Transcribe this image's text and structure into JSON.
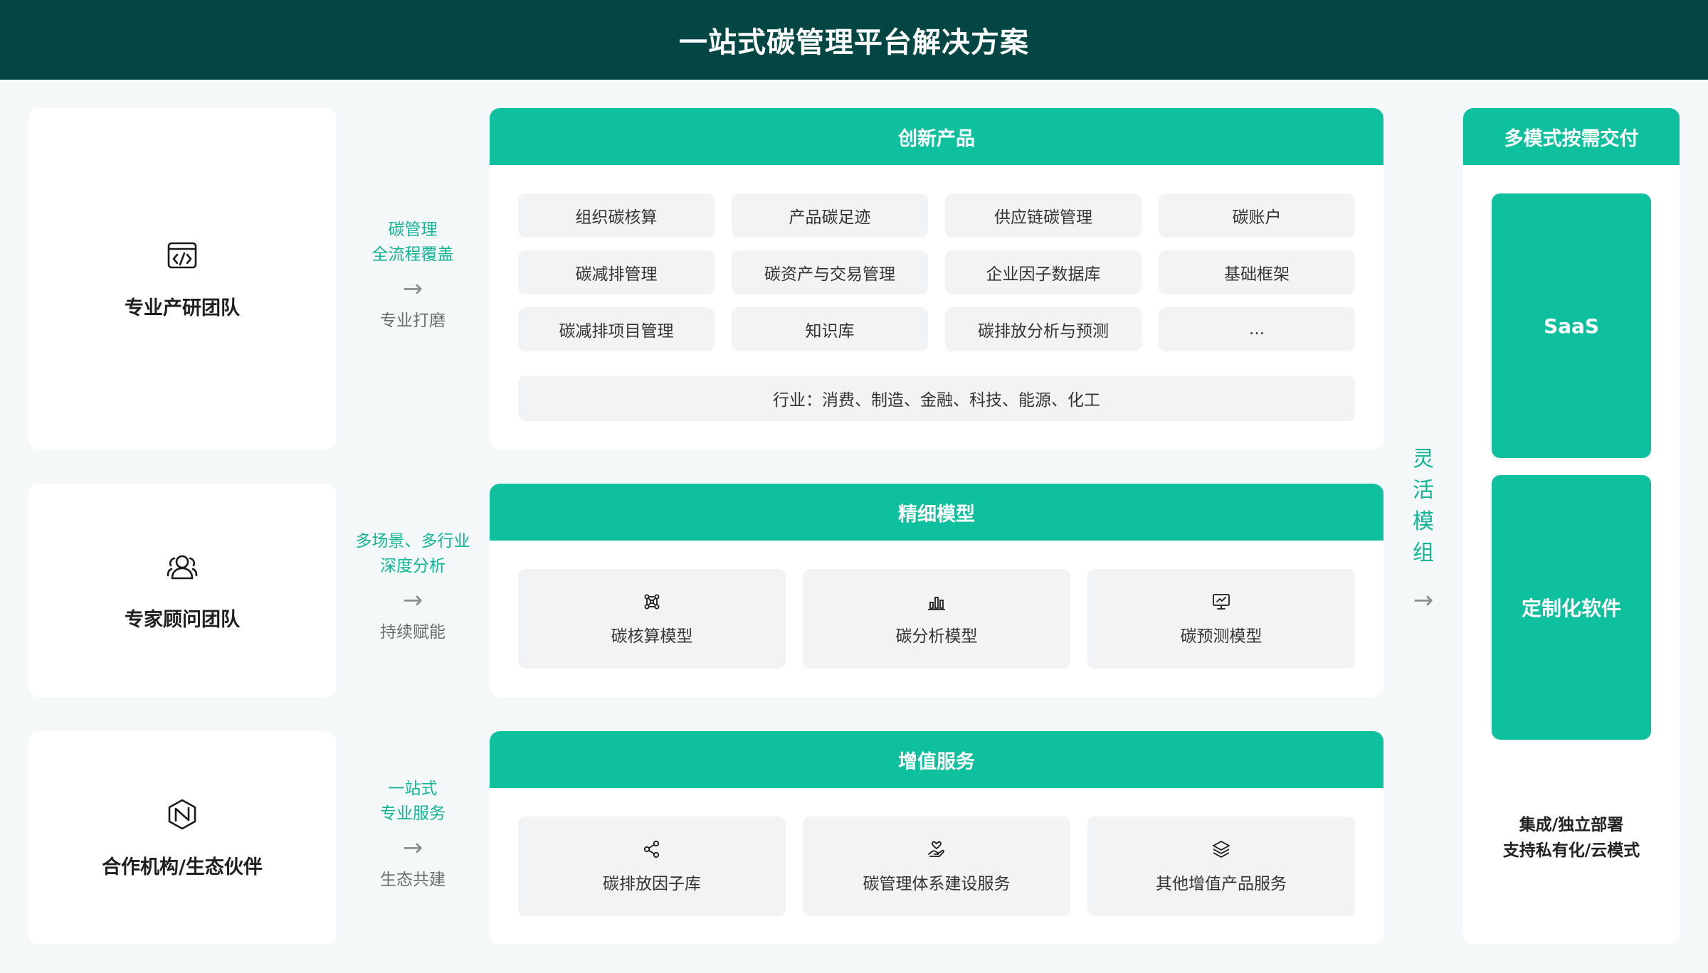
{
  "title": "一站式碳管理平台解决方案",
  "teams": [
    {
      "label": "专业产研团队",
      "icon": "code-window-icon"
    },
    {
      "label": "专家顾问团队",
      "icon": "users-group-icon"
    },
    {
      "label": "合作机构/生态伙伴",
      "icon": "partner-logo-icon"
    }
  ],
  "connectors": [
    {
      "line1": "碳管理",
      "line2": "全流程覆盖",
      "arrow": "→",
      "sub": "专业打磨"
    },
    {
      "line1": "多场景、多行业",
      "line2": "深度分析",
      "arrow": "→",
      "sub": "持续赋能"
    },
    {
      "line1": "一站式",
      "line2": "专业服务",
      "arrow": "→",
      "sub": "生态共建"
    }
  ],
  "products": {
    "title": "创新产品",
    "items": [
      "组织碳核算",
      "产品碳足迹",
      "供应链碳管理",
      "碳账户",
      "碳减排管理",
      "碳资产与交易管理",
      "企业因子数据库",
      "基础框架",
      "碳减排项目管理",
      "知识库",
      "碳排放分析与预测",
      "..."
    ],
    "industry": "行业：消费、制造、金融、科技、能源、化工"
  },
  "models": {
    "title": "精细模型",
    "items": [
      {
        "label": "碳核算模型",
        "icon": "network-nodes-icon"
      },
      {
        "label": "碳分析模型",
        "icon": "bar-chart-icon"
      },
      {
        "label": "碳预测模型",
        "icon": "presentation-chart-icon"
      }
    ]
  },
  "services": {
    "title": "增值服务",
    "items": [
      {
        "label": "碳排放因子库",
        "icon": "share-icon"
      },
      {
        "label": "碳管理体系建设服务",
        "icon": "hand-heart-icon"
      },
      {
        "label": "其他增值产品服务",
        "icon": "layers-icon"
      }
    ]
  },
  "flexible": {
    "text": "灵活模组",
    "arrow": "→"
  },
  "delivery": {
    "title": "多模式按需交付",
    "modes": [
      "SaaS",
      "定制化软件"
    ],
    "note_line1": "集成/独立部署",
    "note_line2": "支持私有化/云模式"
  },
  "colors": {
    "header_bg": "#034643",
    "accent": "#0fc09e",
    "accent_text": "#12b595",
    "chip_bg": "#f1f3f5",
    "page_bg": "#f4f8f8"
  }
}
